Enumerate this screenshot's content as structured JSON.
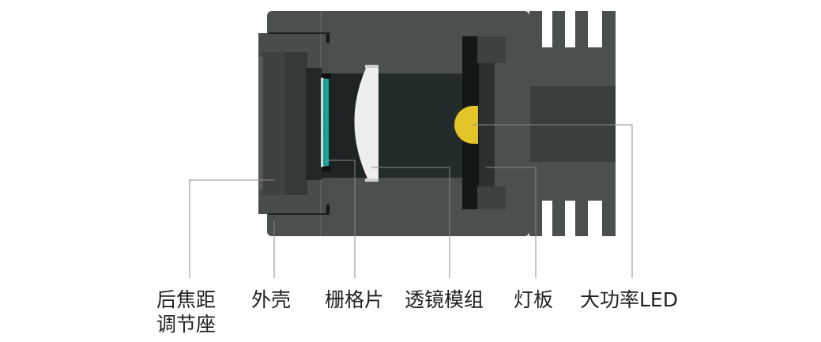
{
  "labels": [
    {
      "id": "focus-adjuster",
      "lines": [
        "后焦距",
        "调节座"
      ]
    },
    {
      "id": "housing",
      "lines": [
        "外壳"
      ]
    },
    {
      "id": "grating",
      "lines": [
        "栅格片"
      ]
    },
    {
      "id": "lens-module",
      "lines": [
        "透镜模组"
      ]
    },
    {
      "id": "light-board",
      "lines": [
        "灯板"
      ]
    },
    {
      "id": "led",
      "lines": [
        "大功率LED"
      ]
    }
  ],
  "colors": {
    "housing": "#4b4f4e",
    "housing_dark": "#3e4241",
    "cavity": "#1e2423",
    "deep_cavity": "#131817",
    "grating": "#1aa79d",
    "lens": "#eeeeee",
    "led": "#e3c52a",
    "leader_line": "#8a8a8a"
  }
}
